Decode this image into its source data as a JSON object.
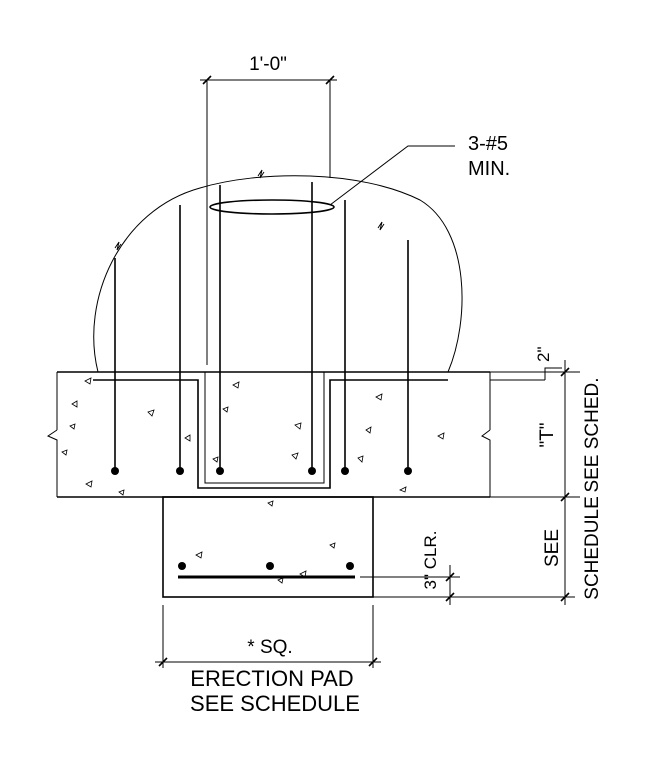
{
  "labels": {
    "dim_width": "1'-0\"",
    "bars_line1": "3-#5",
    "bars_line2": "MIN.",
    "dim_top_cover": "2\"",
    "thickness": "\"T\"",
    "see_sched": "SEE SCHED.",
    "see": "SEE",
    "schedule": "SCHEDULE",
    "clearance": "3\" CLR.",
    "pad_size": "* SQ.",
    "erection_pad": "ERECTION PAD",
    "see_schedule": "SEE SCHEDULE"
  }
}
